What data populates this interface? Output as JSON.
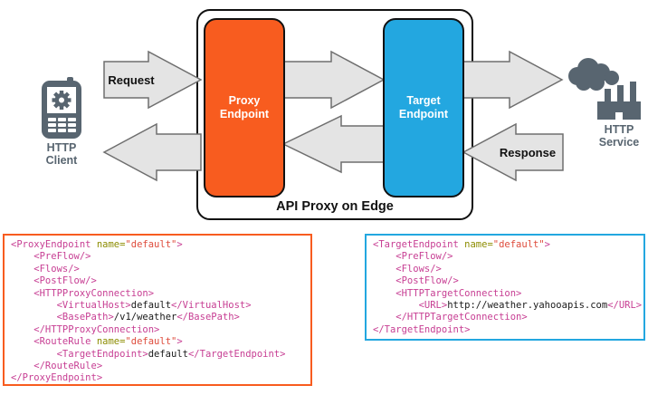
{
  "diagram": {
    "client_label": [
      "HTTP",
      "Client"
    ],
    "service_label": [
      "HTTP",
      "Service"
    ],
    "proxy_box": [
      "Proxy",
      "Endpoint"
    ],
    "target_box": [
      "Target",
      "Endpoint"
    ],
    "container_label": "API Proxy on Edge",
    "request_label": "Request",
    "response_label": "Response"
  },
  "colors": {
    "endpoint_orange": "#F85C1F",
    "endpoint_blue": "#23A7E0",
    "arrow_fill": "#E4E4E4",
    "arrow_stroke": "#6E6E6E",
    "icon_gray": "#586570",
    "code_tag": "#C73E93",
    "code_attr": "#8C8C00",
    "code_val": "#DE4B3B",
    "code_plain": "#1A1A1A"
  },
  "code_blocks": {
    "proxy": {
      "border_color": "#F85C1F",
      "lines": [
        [
          {
            "c": "tag",
            "t": "<ProxyEndpoint"
          },
          {
            "c": "plain",
            "t": " "
          },
          {
            "c": "attr",
            "t": "name="
          },
          {
            "c": "val",
            "t": "\"default\""
          },
          {
            "c": "tag",
            "t": ">"
          }
        ],
        [
          {
            "c": "tag",
            "t": "    <PreFlow/>"
          }
        ],
        [
          {
            "c": "tag",
            "t": "    <Flows/>"
          }
        ],
        [
          {
            "c": "tag",
            "t": "    <PostFlow/>"
          }
        ],
        [
          {
            "c": "tag",
            "t": "    <HTTPProxyConnection>"
          }
        ],
        [
          {
            "c": "tag",
            "t": "        <VirtualHost>"
          },
          {
            "c": "plain",
            "t": "default"
          },
          {
            "c": "tag",
            "t": "</VirtualHost>"
          }
        ],
        [
          {
            "c": "tag",
            "t": "        <BasePath>"
          },
          {
            "c": "plain",
            "t": "/v1/weather"
          },
          {
            "c": "tag",
            "t": "</BasePath>"
          }
        ],
        [
          {
            "c": "tag",
            "t": "    </HTTPProxyConnection>"
          }
        ],
        [
          {
            "c": "tag",
            "t": "    <RouteRule"
          },
          {
            "c": "plain",
            "t": " "
          },
          {
            "c": "attr",
            "t": "name="
          },
          {
            "c": "val",
            "t": "\"default\""
          },
          {
            "c": "tag",
            "t": ">"
          }
        ],
        [
          {
            "c": "tag",
            "t": "        <TargetEndpoint>"
          },
          {
            "c": "plain",
            "t": "default"
          },
          {
            "c": "tag",
            "t": "</TargetEndpoint>"
          }
        ],
        [
          {
            "c": "tag",
            "t": "    </RouteRule>"
          }
        ],
        [
          {
            "c": "tag",
            "t": "</ProxyEndpoint>"
          }
        ]
      ]
    },
    "target": {
      "border_color": "#23A7E0",
      "lines": [
        [
          {
            "c": "tag",
            "t": "<TargetEndpoint"
          },
          {
            "c": "plain",
            "t": " "
          },
          {
            "c": "attr",
            "t": "name="
          },
          {
            "c": "val",
            "t": "\"default\""
          },
          {
            "c": "tag",
            "t": ">"
          }
        ],
        [
          {
            "c": "tag",
            "t": "    <PreFlow/>"
          }
        ],
        [
          {
            "c": "tag",
            "t": "    <Flows/>"
          }
        ],
        [
          {
            "c": "tag",
            "t": "    <PostFlow/>"
          }
        ],
        [
          {
            "c": "tag",
            "t": "    <HTTPTargetConnection>"
          }
        ],
        [
          {
            "c": "tag",
            "t": "        <URL>"
          },
          {
            "c": "plain",
            "t": "http://weather.yahooapis.com"
          },
          {
            "c": "tag",
            "t": "</URL>"
          }
        ],
        [
          {
            "c": "tag",
            "t": "    </HTTPTargetConnection>"
          }
        ],
        [
          {
            "c": "tag",
            "t": "</TargetEndpoint>"
          }
        ]
      ]
    }
  }
}
